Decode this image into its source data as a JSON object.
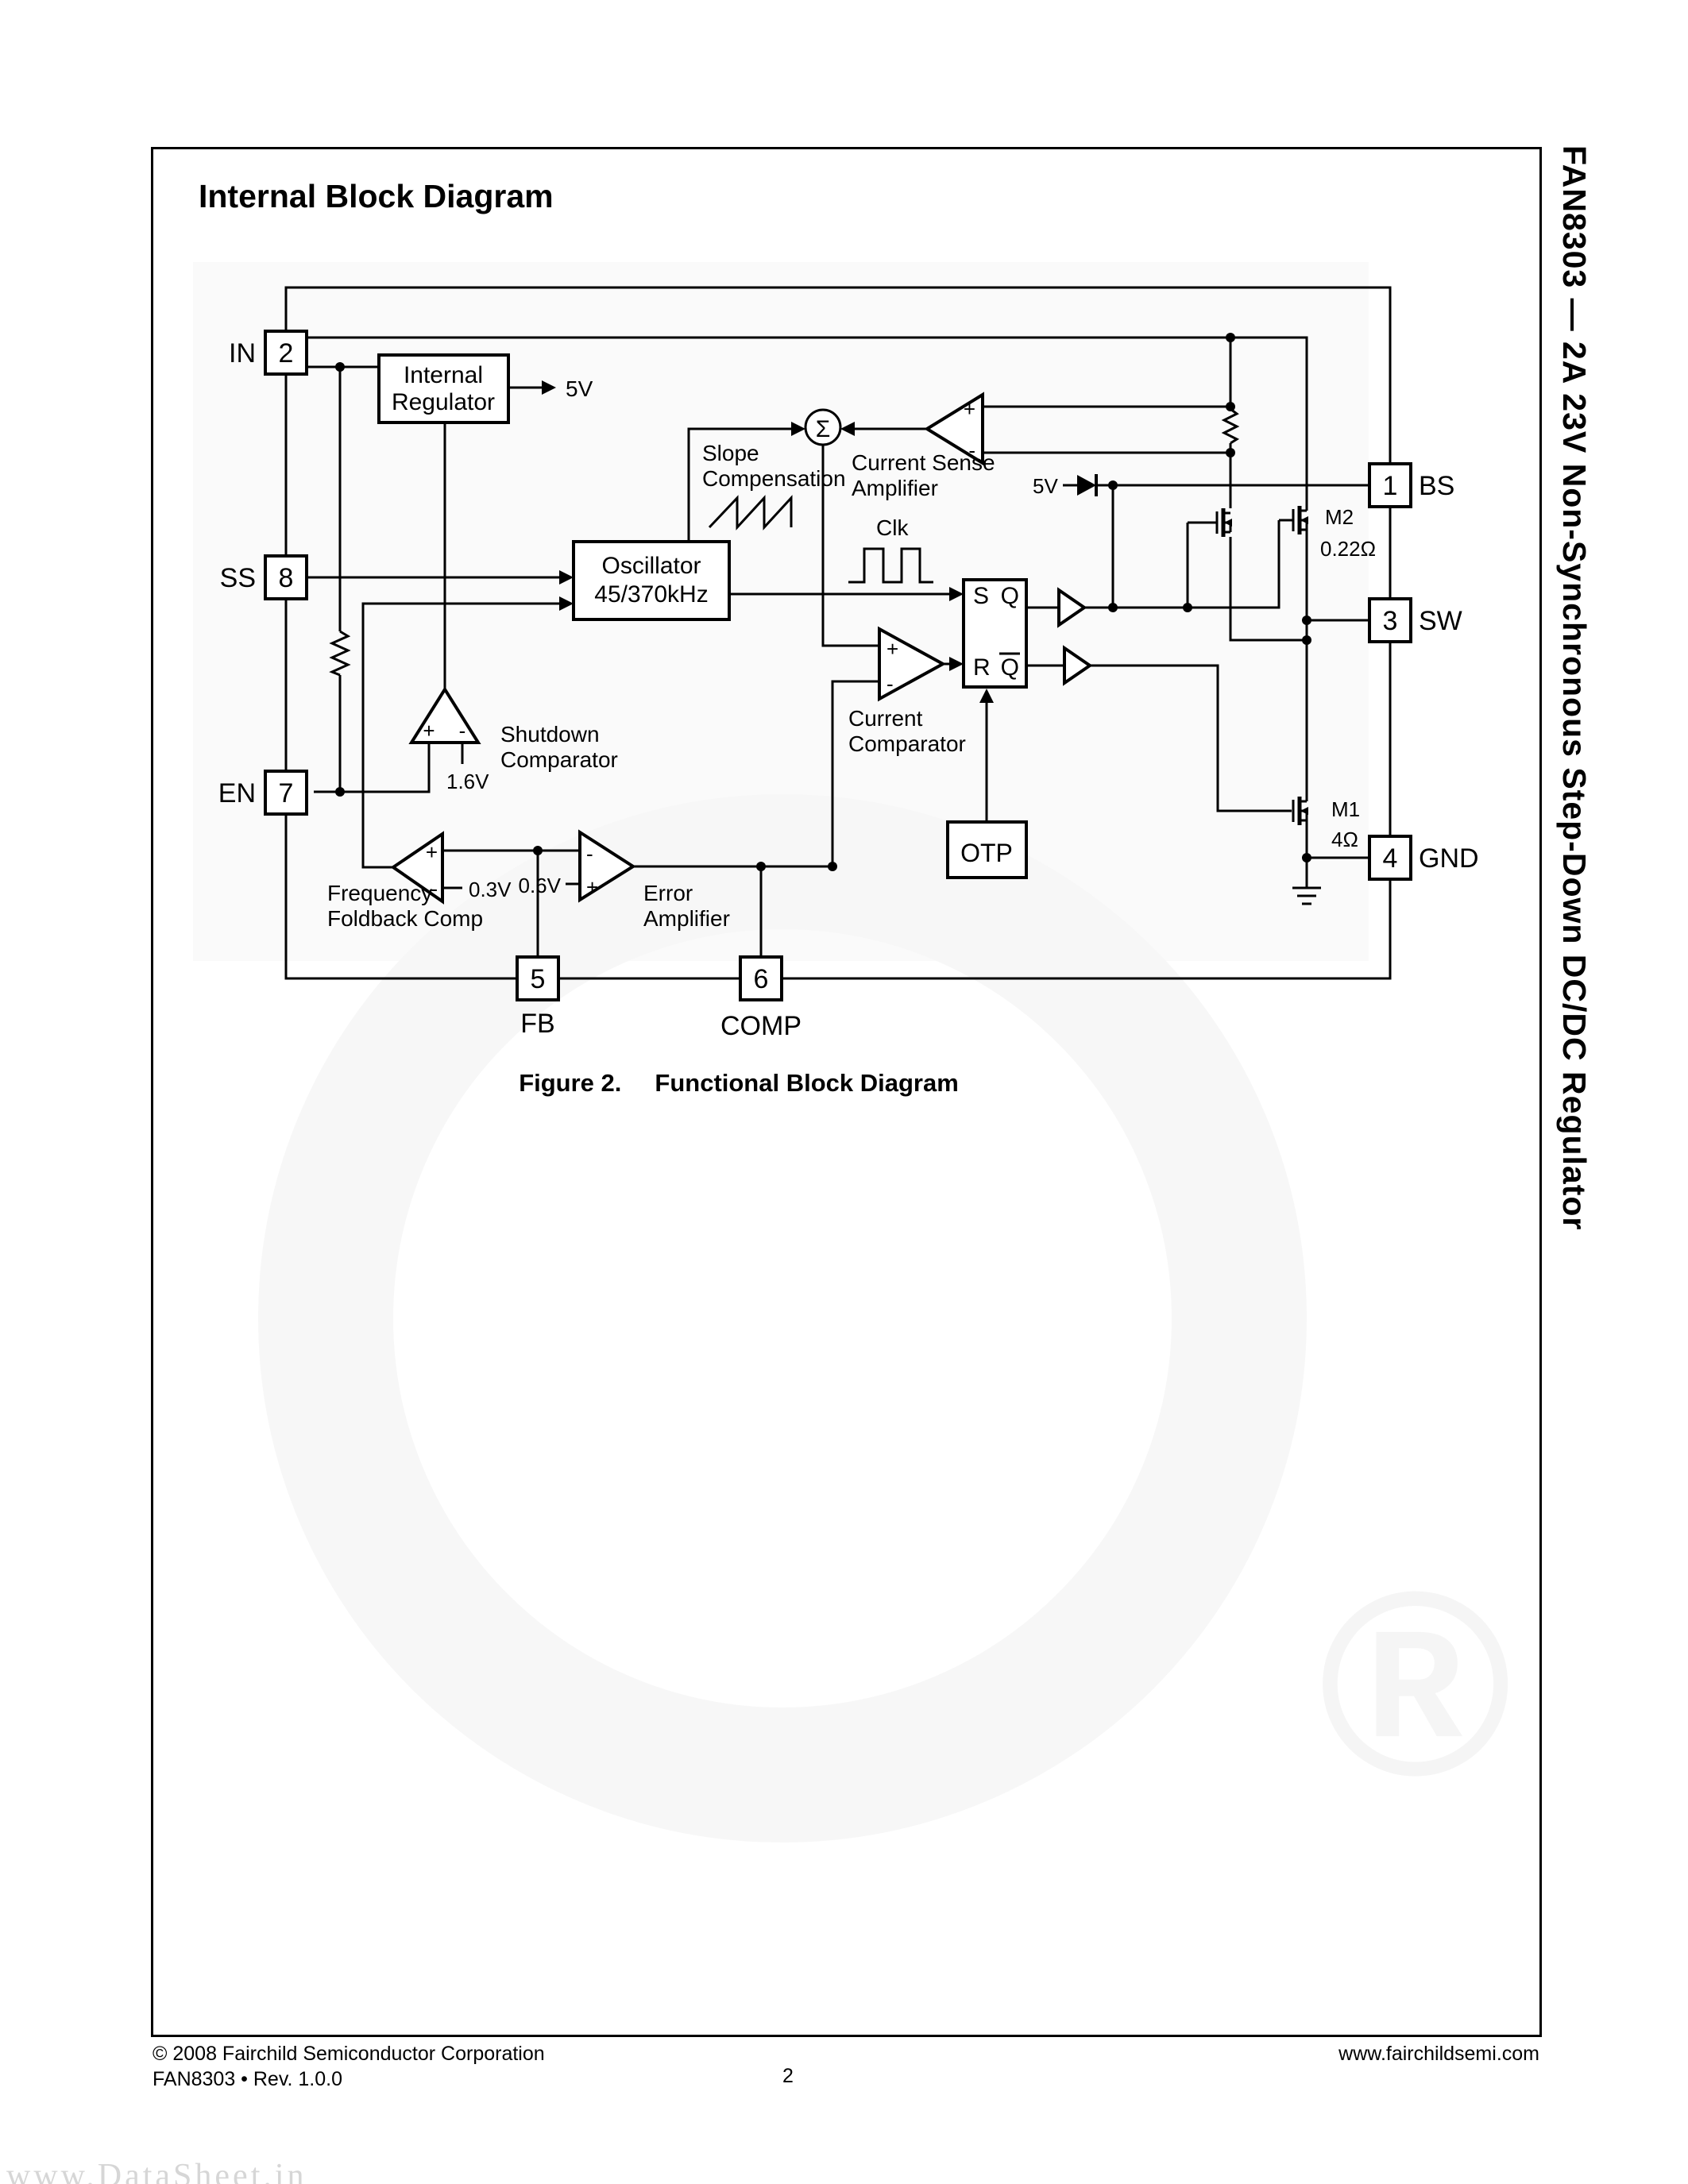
{
  "page": {
    "title": "Internal Block Diagram",
    "sidebar_title": "FAN8303 — 2A 23V Non-Synchronous Step-Down DC/DC Regulator",
    "caption": {
      "figure_label": "Figure 2.",
      "figure_title": "Functional Block Diagram"
    },
    "footer": {
      "copyright": "© 2008 Fairchild Semiconductor Corporation",
      "doc_rev": "FAN8303  •  Rev. 1.0.0",
      "page_number": "2",
      "website": "www.fairchildsemi.com"
    },
    "watermarks": {
      "bottom_left": "www.DataSheet.in",
      "registered_mark": "®"
    },
    "colors": {
      "ink": "#000000",
      "watermark_gray": "#f7f7f7",
      "watermark_text": "#d6d6d6"
    }
  },
  "diagram": {
    "pins": [
      {
        "num": "2",
        "name": "IN"
      },
      {
        "num": "8",
        "name": "SS"
      },
      {
        "num": "7",
        "name": "EN"
      },
      {
        "num": "5",
        "name": "FB"
      },
      {
        "num": "6",
        "name": "COMP"
      },
      {
        "num": "1",
        "name": "BS"
      },
      {
        "num": "3",
        "name": "SW"
      },
      {
        "num": "4",
        "name": "GND"
      }
    ],
    "blocks": {
      "internal_regulator": {
        "line1": "Internal",
        "line2": "Regulator"
      },
      "oscillator": {
        "line1": "Oscillator",
        "line2": "45/370kHz"
      },
      "otp": "OTP",
      "latch": {
        "s": "S",
        "r": "R",
        "q": "Q",
        "qbar": "Q"
      }
    },
    "labels": {
      "slope_comp": [
        "Slope",
        "Compensation"
      ],
      "current_sense_amp": [
        "Current Sense",
        "Amplifier"
      ],
      "current_comparator": [
        "Current",
        "Comparator"
      ],
      "shutdown_comparator": [
        "Shutdown",
        "Comparator"
      ],
      "freq_foldback": [
        "Frequency",
        "Foldback Comp"
      ],
      "error_amplifier": [
        "Error",
        "Amplifier"
      ],
      "clk": "Clk",
      "sigma": "Σ",
      "reg_5v_out": "5V",
      "diode_5v": "5V",
      "v_shutdown_ref": "1.6V",
      "v_foldback_ref": "0.3V",
      "v_error_ref": "0.6V",
      "m2": "M2",
      "m2_res": "0.22Ω",
      "m1": "M1",
      "m1_res": "4Ω",
      "plus": "+",
      "minus": "-"
    }
  }
}
